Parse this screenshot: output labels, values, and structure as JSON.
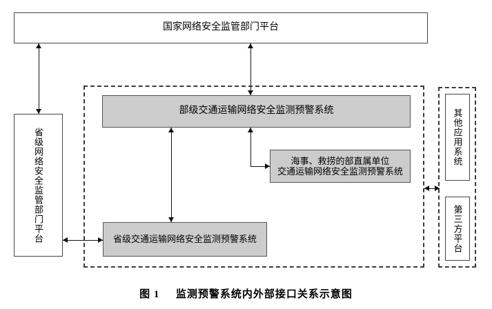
{
  "figure": {
    "caption_number": "图 1",
    "caption_title": "监测预警系统内外部接口关系示意图",
    "background_color": "#ffffff",
    "box_fill_gray": "#cccccc",
    "line_color": "#111111"
  },
  "nodes": {
    "national_platform": {
      "label": "国家网络安全监管部门平台",
      "style": "white-box",
      "position": "top-wide"
    },
    "provincial_supervision_platform": {
      "label": "省级网络安全监管部门平台",
      "style": "white-box-vertical-text",
      "position": "left-column"
    },
    "ministry_system": {
      "label": "部级交通运输网络安全监测预警系统",
      "style": "gray-box",
      "position": "inside-dashed-top"
    },
    "direct_unit_system": {
      "label_line1": "海事、救捞的部直属单位",
      "label_line2": "交通运输网络安全监测预警系统",
      "style": "gray-box",
      "position": "inside-dashed-middle-right"
    },
    "provincial_system": {
      "label": "省级交通运输网络安全监测预警系统",
      "style": "gray-box",
      "position": "inside-dashed-bottom-left"
    },
    "other_application_systems": {
      "label": "其他应用系统",
      "style": "white-box-vertical-text",
      "position": "right-column-top"
    },
    "third_party_platform": {
      "label": "第三方平台",
      "style": "white-box-vertical-text",
      "position": "right-column-bottom"
    }
  },
  "groups": {
    "main_dashed_boundary": {
      "label": "",
      "style": "dashed-border"
    },
    "right_dashed_boundary": {
      "label": "",
      "style": "dashed-border"
    }
  },
  "connectors": [
    {
      "name": "national-to-provincial-supervision",
      "type": "double-arrow",
      "orientation": "vertical"
    },
    {
      "name": "national-to-ministry-system",
      "type": "double-arrow",
      "orientation": "vertical"
    },
    {
      "name": "ministry-to-provincial-system",
      "type": "double-arrow",
      "orientation": "vertical"
    },
    {
      "name": "ministry-to-direct-unit-system",
      "type": "double-arrow",
      "orientation": "elbow"
    },
    {
      "name": "provincial-supervision-to-provincial-system",
      "type": "double-arrow",
      "orientation": "horizontal"
    },
    {
      "name": "main-boundary-to-right-boundary",
      "type": "double-arrow",
      "orientation": "horizontal"
    }
  ]
}
